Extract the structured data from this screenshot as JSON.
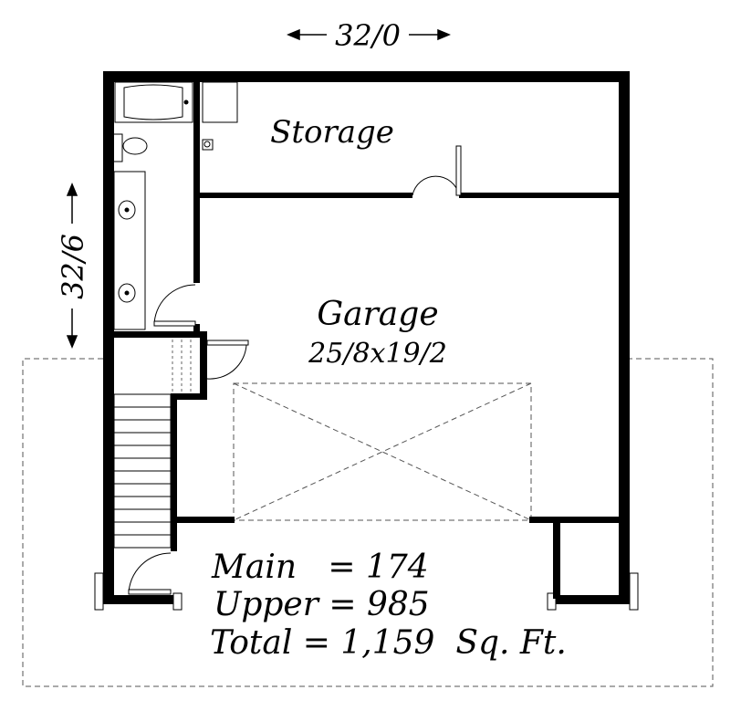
{
  "dimensions": {
    "width_label": "32/0",
    "depth_label": "32/6"
  },
  "rooms": {
    "storage": {
      "name": "Storage"
    },
    "garage": {
      "name": "Garage",
      "size": "25/8x19/2"
    }
  },
  "area_summary": {
    "main": "Main   = 174",
    "upper": "Upper = 985",
    "total": "Total = 1,159  Sq. Ft."
  }
}
